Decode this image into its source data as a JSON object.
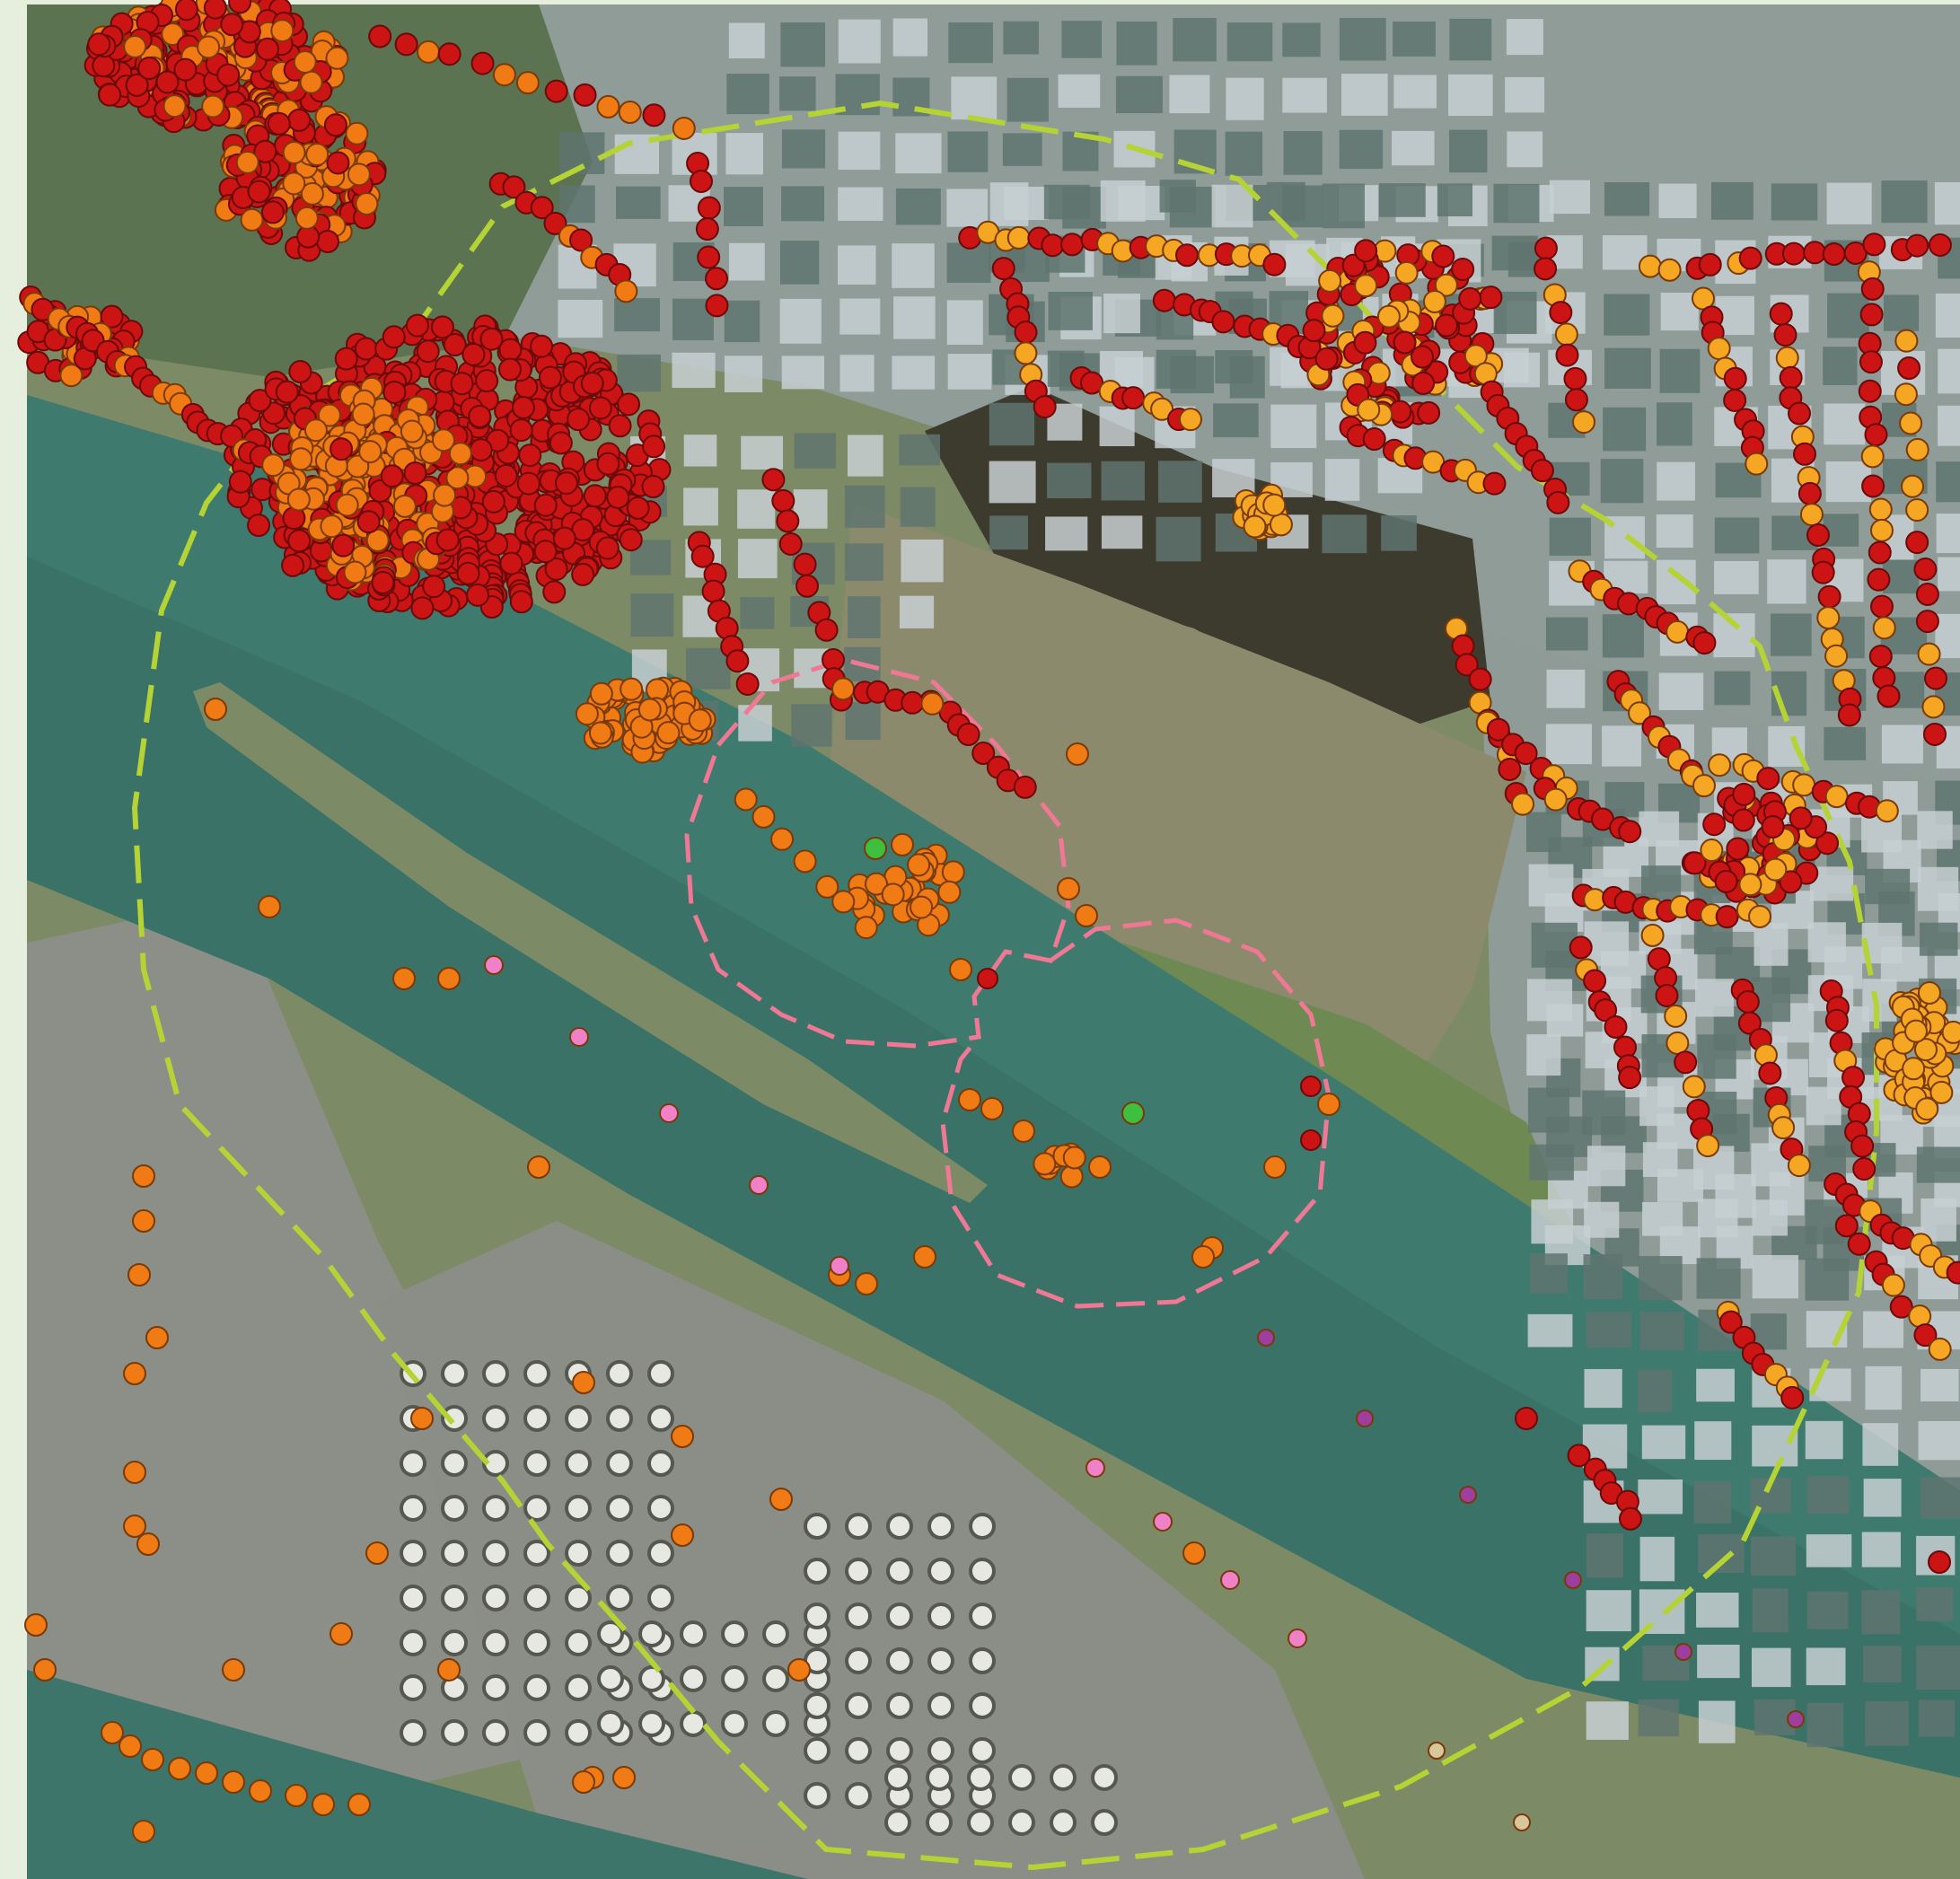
{
  "map": {
    "kind": "aerial-photo-with-risk-contours",
    "colors": {
      "panel_background": "#e6efdd",
      "water": "#3f7a6f",
      "water_dark": "#2f625a",
      "land_grass": "#6f8a55",
      "land_fields": "#8a8a6a",
      "dune_green": "#55704a",
      "forest": "#3b3a2c",
      "greenhouse_light": "#c7cfd1",
      "greenhouse_dark": "#5f7470",
      "industry": "#8a8d84",
      "contour_large": "#b5d334",
      "contour_small": "#f07894",
      "marker_red": "#cc1414",
      "marker_orange": "#f07a14",
      "marker_amber": "#f5a623",
      "marker_pink": "#f080c8",
      "marker_purple": "#9e3fa0",
      "marker_tan": "#d9c79c",
      "marker_green": "#3fbf3f"
    },
    "contours": [
      {
        "name": "large-risk-contour",
        "style": "dashed",
        "color_key": "contour_large"
      },
      {
        "name": "small-risk-contour-west",
        "style": "dashed",
        "color_key": "contour_small"
      },
      {
        "name": "small-risk-contour-east",
        "style": "dashed",
        "color_key": "contour_small"
      }
    ],
    "marker_categories": [
      {
        "name": "red-marker",
        "color_key": "marker_red"
      },
      {
        "name": "orange-marker",
        "color_key": "marker_orange"
      },
      {
        "name": "amber-marker",
        "color_key": "marker_amber"
      },
      {
        "name": "pink-marker",
        "color_key": "marker_pink"
      },
      {
        "name": "purple-marker",
        "color_key": "marker_purple"
      },
      {
        "name": "tan-marker",
        "color_key": "marker_tan"
      },
      {
        "name": "green-source-marker",
        "color_key": "marker_green"
      }
    ]
  }
}
